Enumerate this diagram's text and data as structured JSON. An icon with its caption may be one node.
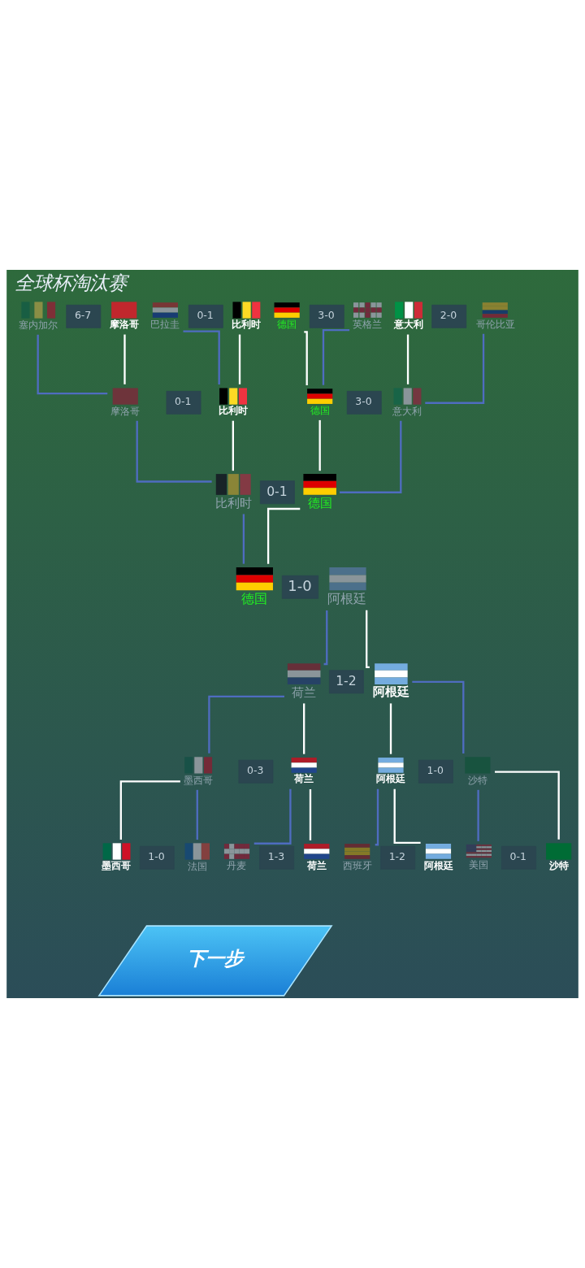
{
  "diagram": {
    "title": "全球杯淘汰赛",
    "nodes": [
      {
        "text": [
          "塞内加尔"
        ]
      },
      {
        "text": [
          "6-7"
        ]
      },
      {
        "text": [
          "摩洛哥"
        ]
      },
      {
        "text": [
          "巴拉圭"
        ]
      },
      {
        "text": [
          "0-1"
        ]
      },
      {
        "text": [
          "比利时"
        ]
      },
      {
        "text": [
          "德国"
        ]
      },
      {
        "text": [
          "3-0"
        ]
      },
      {
        "text": [
          "英格兰"
        ]
      },
      {
        "text": [
          "意大利"
        ]
      },
      {
        "text": [
          "2-0"
        ]
      },
      {
        "text": [
          "哥伦比亚"
        ]
      },
      {
        "text": [
          "摩洛哥"
        ]
      },
      {
        "text": [
          "0-1"
        ]
      },
      {
        "text": [
          "比利时"
        ]
      },
      {
        "text": [
          "德国"
        ]
      },
      {
        "text": [
          "3-0"
        ]
      },
      {
        "text": [
          "意大利"
        ]
      },
      {
        "text": [
          "比利时"
        ]
      },
      {
        "text": [
          "0-1"
        ]
      },
      {
        "text": [
          "德国"
        ]
      },
      {
        "text": [
          "德国"
        ]
      },
      {
        "text": [
          "1-0"
        ]
      },
      {
        "text": [
          "阿根廷"
        ]
      },
      {
        "text": [
          "荷兰"
        ]
      },
      {
        "text": [
          "1-2"
        ]
      },
      {
        "text": [
          "阿根廷"
        ]
      },
      {
        "text": [
          "墨西哥"
        ]
      },
      {
        "text": [
          "0-3"
        ]
      },
      {
        "text": [
          "荷兰"
        ]
      },
      {
        "text": [
          "阿根廷"
        ]
      },
      {
        "text": [
          "1-0"
        ]
      },
      {
        "text": [
          "沙特"
        ]
      },
      {
        "text": [
          "墨西哥"
        ]
      },
      {
        "text": [
          "1-0"
        ]
      },
      {
        "text": [
          "法国"
        ]
      },
      {
        "text": [
          "丹麦"
        ]
      },
      {
        "text": [
          "1-3"
        ]
      },
      {
        "text": [
          "荷兰"
        ]
      },
      {
        "text": [
          "西班牙"
        ]
      },
      {
        "text": [
          "1-2"
        ]
      },
      {
        "text": [
          "阿根廷"
        ]
      },
      {
        "text": [
          "美国"
        ]
      },
      {
        "text": [
          "0-1"
        ]
      },
      {
        "text": [
          "沙特"
        ]
      },
      {
        "text": [
          "下一步"
        ]
      }
    ],
    "edges": [
      {
        "from": 0,
        "to": 12,
        "arrow": "none",
        "color": "#4f6cc0"
      },
      {
        "from": 2,
        "to": 12,
        "arrow": "none",
        "color": "#ffffff"
      },
      {
        "from": 3,
        "to": 14,
        "arrow": "none",
        "color": "#4f6cc0"
      },
      {
        "from": 5,
        "to": 14,
        "arrow": "none",
        "color": "#ffffff"
      },
      {
        "from": 6,
        "to": 15,
        "arrow": "none",
        "color": "#ffffff"
      },
      {
        "from": 8,
        "to": 15,
        "arrow": "none",
        "color": "#4f6cc0"
      },
      {
        "from": 9,
        "to": 17,
        "arrow": "none",
        "color": "#ffffff"
      },
      {
        "from": 11,
        "to": 17,
        "arrow": "none",
        "color": "#4f6cc0"
      },
      {
        "from": 12,
        "to": 18,
        "arrow": "none",
        "color": "#4f6cc0"
      },
      {
        "from": 14,
        "to": 18,
        "arrow": "none",
        "color": "#ffffff"
      },
      {
        "from": 15,
        "to": 20,
        "arrow": "none",
        "color": "#ffffff"
      },
      {
        "from": 17,
        "to": 20,
        "arrow": "none",
        "color": "#4f6cc0"
      },
      {
        "from": 18,
        "to": 21,
        "arrow": "none",
        "color": "#4f6cc0"
      },
      {
        "from": 20,
        "to": 21,
        "arrow": "none",
        "color": "#ffffff"
      },
      {
        "from": 24,
        "to": 23,
        "arrow": "none",
        "color": "#4f6cc0"
      },
      {
        "from": 26,
        "to": 23,
        "arrow": "none",
        "color": "#ffffff"
      },
      {
        "from": 27,
        "to": 24,
        "arrow": "none",
        "color": "#4f6cc0"
      },
      {
        "from": 29,
        "to": 24,
        "arrow": "none",
        "color": "#ffffff"
      },
      {
        "from": 30,
        "to": 26,
        "arrow": "none",
        "color": "#ffffff"
      },
      {
        "from": 32,
        "to": 26,
        "arrow": "none",
        "color": "#4f6cc0"
      },
      {
        "from": 33,
        "to": 27,
        "arrow": "none",
        "color": "#ffffff"
      },
      {
        "from": 35,
        "to": 27,
        "arrow": "none",
        "color": "#4f6cc0"
      },
      {
        "from": 36,
        "to": 29,
        "arrow": "none",
        "color": "#4f6cc0"
      },
      {
        "from": 38,
        "to": 29,
        "arrow": "none",
        "color": "#ffffff"
      },
      {
        "from": 39,
        "to": 30,
        "arrow": "none",
        "color": "#4f6cc0"
      },
      {
        "from": 41,
        "to": 30,
        "arrow": "none",
        "color": "#ffffff"
      },
      {
        "from": 42,
        "to": 32,
        "arrow": "none",
        "color": "#4f6cc0"
      },
      {
        "from": 44,
        "to": 32,
        "arrow": "none",
        "color": "#ffffff"
      }
    ]
  }
}
